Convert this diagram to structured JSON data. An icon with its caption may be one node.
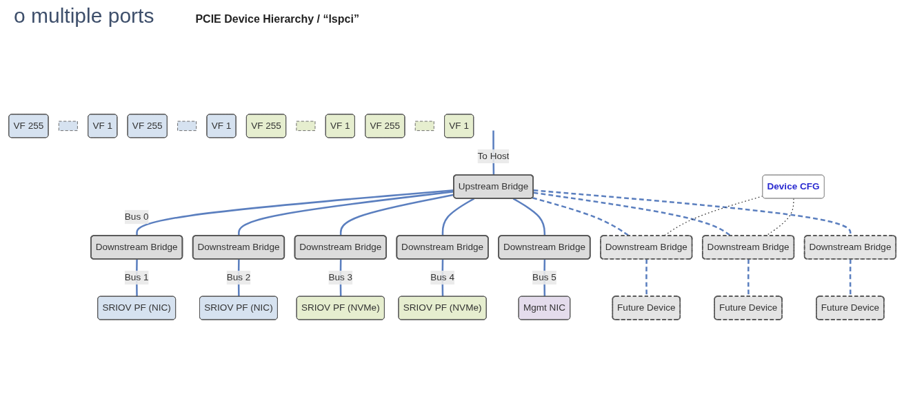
{
  "diagram": {
    "title": "PCIE Device Hierarchy / “lspci”",
    "nodes": [
      {
        "text": [
          "Upstream Bridge"
        ]
      },
      {
        "text": [
          "Device CFG"
        ]
      },
      {
        "text": [
          "Downstream Bridge"
        ]
      },
      {
        "text": [
          "Downstream Bridge"
        ]
      },
      {
        "text": [
          "Downstream Bridge"
        ]
      },
      {
        "text": [
          "Downstream Bridge"
        ]
      },
      {
        "text": [
          "Downstream Bridge"
        ]
      },
      {
        "text": [
          "Downstream Bridge"
        ]
      },
      {
        "text": [
          "Downstream Bridge"
        ]
      },
      {
        "text": [
          "Downstream Bridge"
        ]
      },
      {
        "text": [
          "VF 255"
        ]
      },
      {
        "text": [],
        "shape": "box"
      },
      {
        "text": [
          "VF 1"
        ]
      },
      {
        "text": [
          "SRIOV PF (NIC)"
        ]
      },
      {
        "text": [
          "VF 255"
        ]
      },
      {
        "text": [],
        "shape": "box"
      },
      {
        "text": [
          "VF 1"
        ]
      },
      {
        "text": [
          "SRIOV PF (NIC)"
        ]
      },
      {
        "text": [
          "VF 255"
        ]
      },
      {
        "text": [],
        "shape": "box"
      },
      {
        "text": [
          "VF 1"
        ]
      },
      {
        "text": [
          "SRIOV PF (NVMe)"
        ]
      },
      {
        "text": [
          "VF 255"
        ]
      },
      {
        "text": [],
        "shape": "box"
      },
      {
        "text": [
          "VF 1"
        ]
      },
      {
        "text": [
          "SRIOV PF (NVMe)"
        ]
      },
      {
        "text": [
          "Mgmt NIC"
        ]
      },
      {
        "text": [
          "Future Device"
        ]
      },
      {
        "text": [
          "Future Device"
        ]
      },
      {
        "text": [
          "Future Device"
        ]
      }
    ],
    "edges": [
      {
        "from": null,
        "to": 0,
        "arrow": "none",
        "label": "To Host"
      },
      {
        "from": 0,
        "to": 2,
        "arrow": "none",
        "label": "Bus 0"
      },
      {
        "from": 0,
        "to": 3,
        "arrow": "none"
      },
      {
        "from": 0,
        "to": 4,
        "arrow": "none"
      },
      {
        "from": 0,
        "to": 5,
        "arrow": "none"
      },
      {
        "from": 0,
        "to": 6,
        "arrow": "none"
      },
      {
        "from": 0,
        "to": 7,
        "arrow": "none",
        "style": "dashed"
      },
      {
        "from": 0,
        "to": 8,
        "arrow": "none",
        "style": "dashed"
      },
      {
        "from": 0,
        "to": 9,
        "arrow": "none",
        "style": "dashed"
      },
      {
        "from": 2,
        "to": 13,
        "arrow": "none",
        "label": "Bus 1"
      },
      {
        "from": 3,
        "to": 17,
        "arrow": "none",
        "label": "Bus 2"
      },
      {
        "from": 4,
        "to": 21,
        "arrow": "none",
        "label": "Bus 3"
      },
      {
        "from": 5,
        "to": 25,
        "arrow": "none",
        "label": "Bus 4"
      },
      {
        "from": 6,
        "to": 26,
        "arrow": "none",
        "label": "Bus 5"
      },
      {
        "from": 7,
        "to": 27,
        "arrow": "none",
        "style": "dashed"
      },
      {
        "from": 8,
        "to": 28,
        "arrow": "none",
        "style": "dashed"
      },
      {
        "from": 9,
        "to": 29,
        "arrow": "none",
        "style": "dashed"
      },
      {
        "from": 1,
        "to": 7,
        "arrow": "none",
        "style": "dashed",
        "color": "#333333"
      },
      {
        "from": 1,
        "to": 8,
        "arrow": "none",
        "style": "dashed",
        "color": "#333333"
      }
    ],
    "labels": [
      "o multiple ports"
    ]
  }
}
